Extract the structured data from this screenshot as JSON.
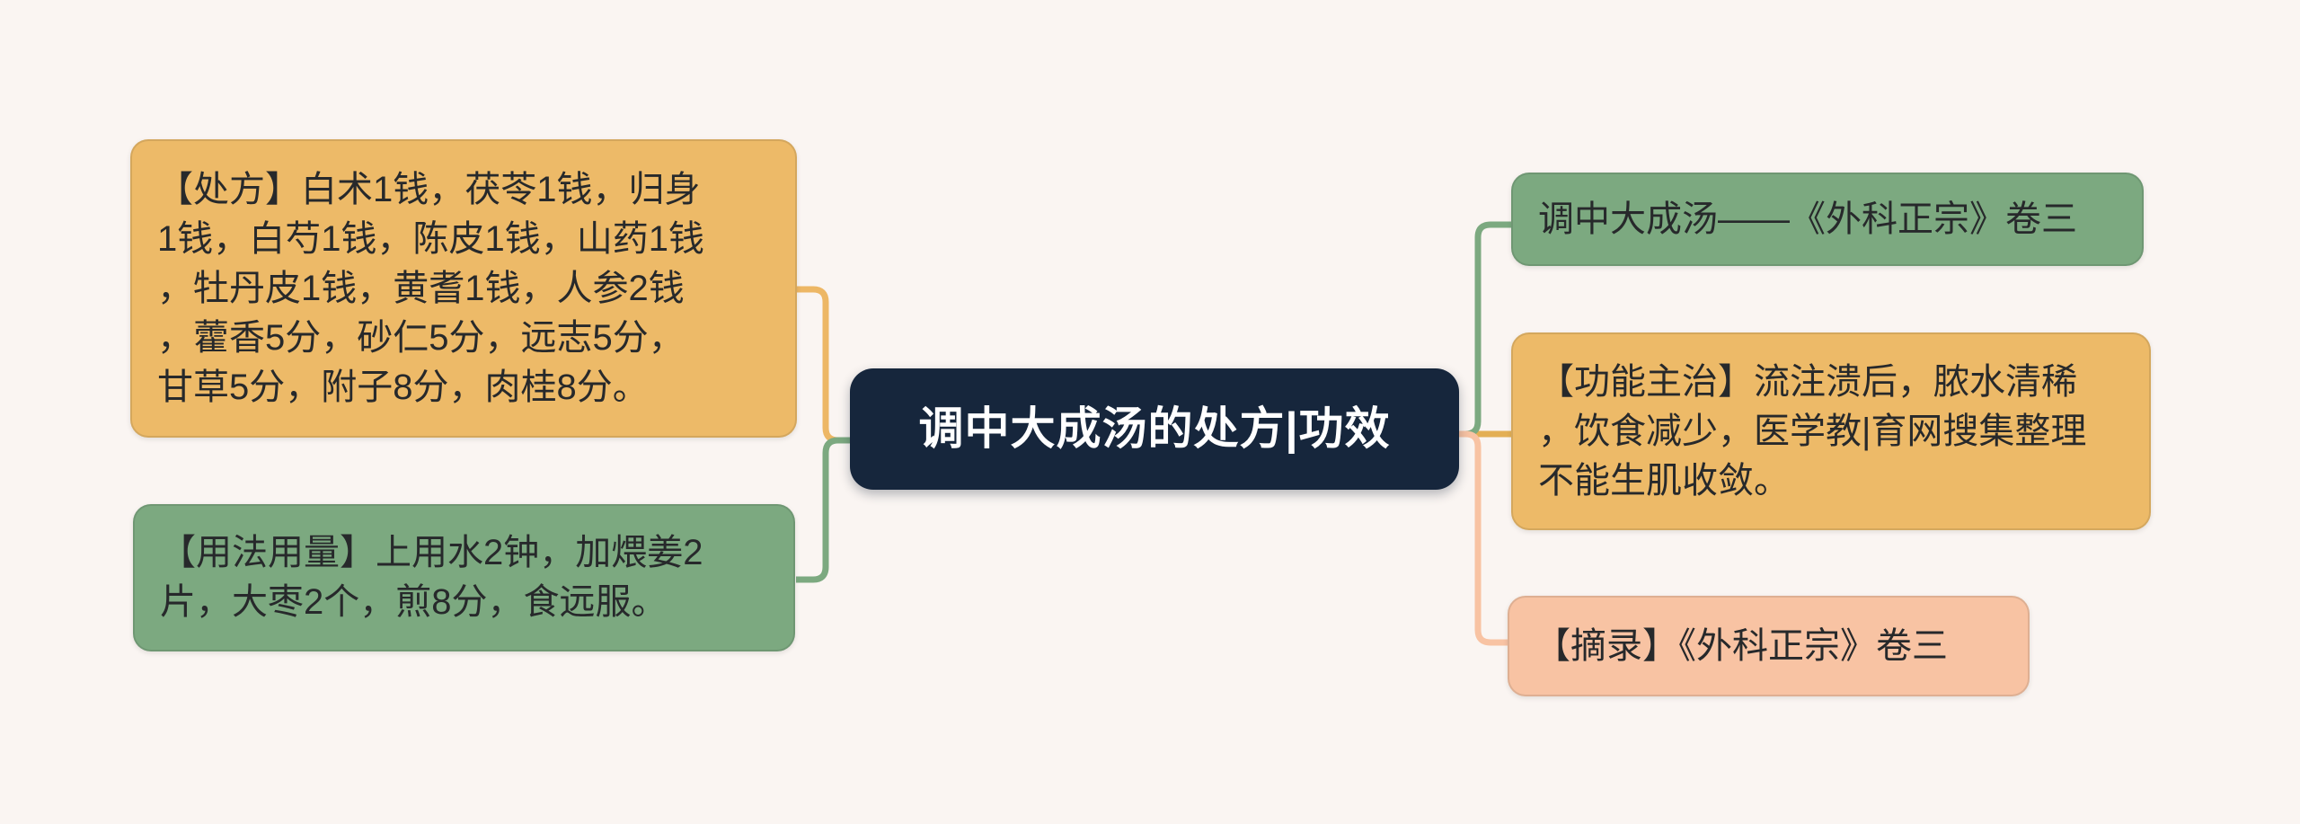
{
  "canvas": {
    "background": "#FAF5F2"
  },
  "center_node": {
    "label": "调中大成汤的处方|功效",
    "bg": "#16263C",
    "text_color": "#FFFFFF"
  },
  "left_branches": [
    {
      "id": "prescription",
      "text": "【处方】白术1钱，茯苓1钱，归身\n1钱，白芍1钱，陈皮1钱，山药1钱\n，牡丹皮1钱，黄耆1钱，人参2钱\n，藿香5分，砂仁5分，远志5分，\n甘草5分，附子8分，肉桂8分。",
      "bg": "#EDBA68",
      "connector_color": "#EDB765"
    },
    {
      "id": "usage-dosage",
      "text": "【用法用量】上用水2钟，加煨姜2\n片，大枣2个，煎8分，食远服。",
      "bg": "#7CA980",
      "connector_color": "#7CA980"
    }
  ],
  "right_branches": [
    {
      "id": "source-title",
      "text": "调中大成汤——《外科正宗》卷三",
      "bg": "#7CA980",
      "connector_color": "#7CA980"
    },
    {
      "id": "indications",
      "text": "【功能主治】流注溃后，脓水清稀\n，饮食减少，医学教|育网搜集整理\n不能生肌收敛。",
      "bg": "#EDBA68",
      "connector_color": "#E3AF55"
    },
    {
      "id": "excerpt",
      "text": "【摘录】《外科正宗》卷三",
      "bg": "#F8C3A3",
      "connector_color": "#F8C3A3"
    }
  ]
}
